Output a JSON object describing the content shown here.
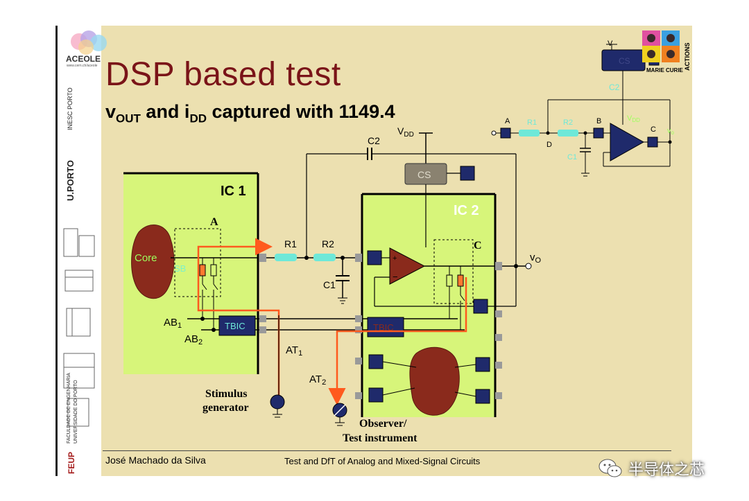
{
  "slide": {
    "title": "DSP based test",
    "subtitle_parts": {
      "v": "v",
      "out": "OUT",
      "and_i": " and i",
      "dd": "DD",
      "rest": " captured with 1149.4"
    },
    "footer_author": "José Machado da Silva",
    "footer_course": "Test and DfT of Analog and Mixed-Signal Circuits"
  },
  "logos": {
    "aceole": "ACEOLE",
    "aceole_url": "www.cern.ch/aceole",
    "inesc": "INESC PORTO",
    "uporto": "U.PORTO",
    "feup": "FEUP",
    "feup_name": "FACULDADE DE ENGENHARIA",
    "feup_univ": "UNIVERSIDADE DO PORTO",
    "marie_curie": "MARIE CURIE",
    "actions": "ACTIONS"
  },
  "watermark": {
    "text": "半导体之芯"
  },
  "diagram": {
    "ic1": "IC 1",
    "ic2": "IC 2",
    "core": "Core",
    "sb": "SB",
    "a": "A",
    "c": "C",
    "r1": "R1",
    "r2": "R2",
    "c1": "C1",
    "c2": "C2",
    "vdd_main": "V",
    "vdd_sub": "DD",
    "cs": "CS",
    "vo_main": "v",
    "vo_sub": "O",
    "ab1_main": "AB",
    "ab1_sub": "1",
    "ab2_main": "AB",
    "ab2_sub": "2",
    "tbic": "TBIC",
    "at1_main": "AT",
    "at1_sub": "1",
    "at2_main": "AT",
    "at2_sub": "2",
    "stimulus1": "Stimulus",
    "stimulus2": "generator",
    "observer1": "Observer/",
    "observer2": "Test instrument"
  },
  "inset": {
    "v": "V",
    "cs": "CS",
    "a": "A",
    "r1": "R1",
    "r2": "R2",
    "b": "B",
    "c": "C",
    "d": "D",
    "c1": "C1",
    "c2": "C2",
    "vdd_main": "V",
    "vdd_sub": "DD",
    "vo_main": "v",
    "vo_sub": "o"
  },
  "colors": {
    "slide_bg": "#ece0b0",
    "ic_green": "#d7f57a",
    "title_red": "#7a1418",
    "navy": "#1f2a6b",
    "cyan": "#6ee8d8",
    "orange": "#ff5a1e",
    "core": "#8a2a1c"
  }
}
